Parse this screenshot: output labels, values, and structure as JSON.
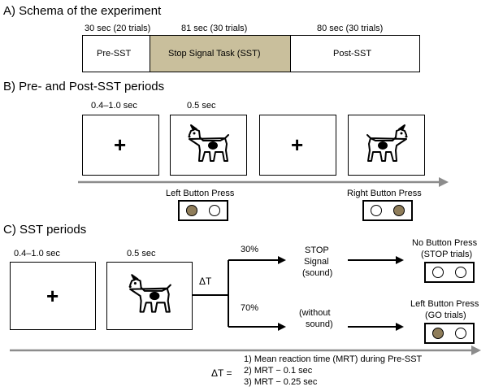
{
  "section_a": {
    "title": "A) Schema of the experiment",
    "phases": [
      {
        "name": "Pre-SST",
        "duration": "30 sec (20 trials)"
      },
      {
        "name": "Stop Signal Task (SST)",
        "duration": "81 sec (30 trials)"
      },
      {
        "name": "Post-SST",
        "duration": "80 sec (30 trials)"
      }
    ]
  },
  "section_b": {
    "title": "B) Pre- and Post-SST periods",
    "fixation_duration": "0.4–1.0 sec",
    "stimulus_duration": "0.5 sec",
    "fixation_symbol": "+",
    "left_press_label": "Left Button Press",
    "right_press_label": "Right Button Press"
  },
  "section_c": {
    "title": "C) SST periods",
    "fixation_duration": "0.4–1.0 sec",
    "stimulus_duration": "0.5 sec",
    "fixation_symbol": "+",
    "delta_label": "ΔT",
    "branch_top_pct": "30%",
    "branch_bottom_pct": "70%",
    "stop_signal_lines": [
      "STOP",
      "Signal",
      "(sound)"
    ],
    "without_sound_lines": [
      "(without",
      "sound)"
    ],
    "no_press_lines": [
      "No Button Press",
      "(STOP trials)"
    ],
    "left_press_lines": [
      "Left Button Press",
      "(GO trials)"
    ],
    "delta_def_label": "ΔT =",
    "delta_defs": [
      "1) Mean reaction time (MRT) during Pre-SST",
      "2) MRT − 0.1 sec",
      "3) MRT − 0.25 sec"
    ]
  },
  "colors": {
    "sst_fill": "#c9bf9c",
    "pressed_button": "#8f7d5a",
    "timeline_arrow": "#8c8c8c"
  }
}
